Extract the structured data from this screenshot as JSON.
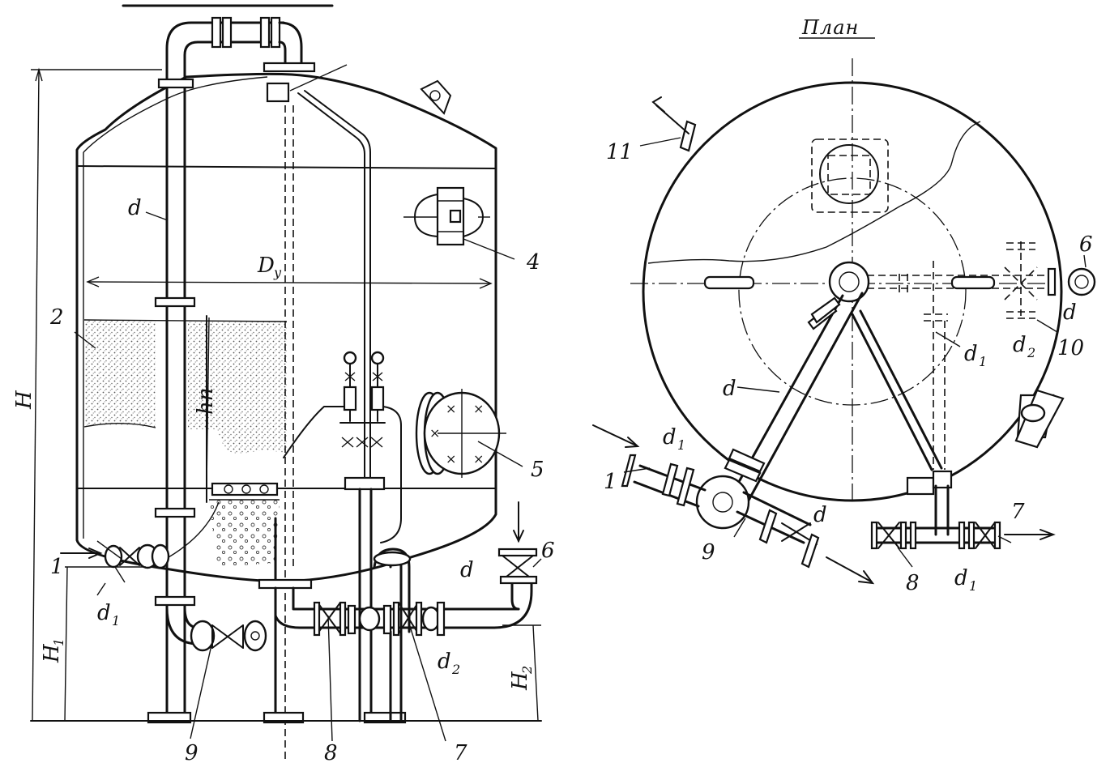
{
  "plan_title": "План",
  "labels": {
    "d": "d",
    "d1": "d",
    "d1_sub": "1",
    "d2": "d",
    "d2_sub": "2",
    "dy": "D",
    "dy_sub": "y",
    "H": "H",
    "H1": "H",
    "H1_sub": "1",
    "H2": "H",
    "H2_sub": "2",
    "hn": "hп"
  },
  "side_callouts": [
    "1",
    "2",
    "4",
    "5",
    "6",
    "7",
    "8",
    "9"
  ],
  "plan_callouts": [
    "1",
    "6",
    "7",
    "8",
    "9",
    "10",
    "11"
  ],
  "colors": {
    "ink": "#111111",
    "paper": "#ffffff",
    "media": "#8a8a8a"
  }
}
